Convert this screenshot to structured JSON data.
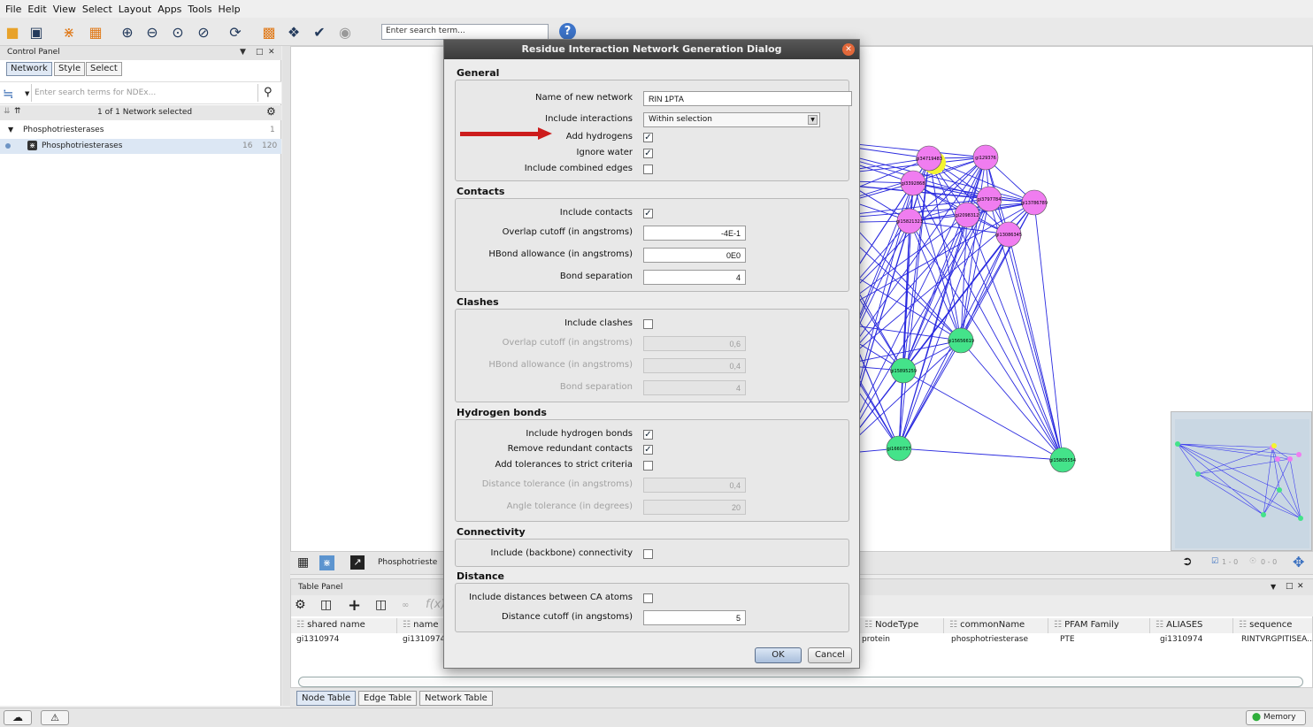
{
  "menubar": {
    "items": [
      "File",
      "Edit",
      "View",
      "Select",
      "Layout",
      "Apps",
      "Tools",
      "Help"
    ]
  },
  "toolbar": {
    "search_placeholder": "Enter search term..."
  },
  "control_panel": {
    "title": "Control Panel",
    "tabs": [
      "Network",
      "Style",
      "Select"
    ],
    "search_placeholder": "Enter search terms for NDEx...",
    "selection_status": "1 of 1 Network selected",
    "collection": {
      "name": "Phosphotriesterases",
      "count": "1"
    },
    "network": {
      "name": "Phosphotriesterases",
      "nodes": "16",
      "edges": "120"
    }
  },
  "network_toolbar": {
    "name": "Phosphotrieste",
    "selection_nodes": "1 - 0",
    "selection_edges": "0 - 0"
  },
  "graph": {
    "pink_nodes": [
      "gi34719483",
      "gi129376",
      "gi3392868",
      "gi3797784",
      "gi13786789",
      "gi15821323",
      "gi2098312",
      "gi13086345"
    ],
    "green_nodes": [
      "gi15656619",
      "gi15895259",
      "gi1660737",
      "gi15805554"
    ],
    "colors": {
      "pink": "#f07df0",
      "green": "#44e38a",
      "edge": "#2a2adf",
      "highlight": "#f4f430"
    }
  },
  "table_panel": {
    "title": "Table Panel",
    "columns": [
      "shared name",
      "name",
      "NodeType",
      "commonName",
      "PFAM Family",
      "ALIASES",
      "sequence"
    ],
    "row": {
      "shared_name": "gi1310974",
      "name": "gi1310974",
      "node_type": "protein",
      "common_name": "phosphotriesterase",
      "pfam_family": "PTE",
      "aliases": "gi1310974",
      "sequence": "RINTVRGPITISEA..."
    },
    "fx": "f(x)",
    "tabs": [
      "Node Table",
      "Edge Table",
      "Network Table"
    ]
  },
  "status": {
    "memory": "Memory"
  },
  "dialog": {
    "title": "Residue Interaction Network Generation Dialog",
    "general": {
      "heading": "General",
      "name_label": "Name of new network",
      "name_value": "RIN 1PTA",
      "interactions_label": "Include interactions",
      "interactions_value": "Within selection",
      "hydrogens_label": "Add hydrogens",
      "water_label": "Ignore water",
      "combined_label": "Include combined edges"
    },
    "contacts": {
      "heading": "Contacts",
      "include_label": "Include contacts",
      "overlap_label": "Overlap cutoff (in angstroms)",
      "overlap_value": "-4E-1",
      "hbond_label": "HBond allowance (in angstroms)",
      "hbond_value": "0E0",
      "bond_label": "Bond separation",
      "bond_value": "4"
    },
    "clashes": {
      "heading": "Clashes",
      "include_label": "Include clashes",
      "overlap_label": "Overlap cutoff (in angstroms)",
      "overlap_value": "0,6",
      "hbond_label": "HBond allowance (in angstroms)",
      "hbond_value": "0,4",
      "bond_label": "Bond separation",
      "bond_value": "4"
    },
    "hbonds": {
      "heading": "Hydrogen bonds",
      "include_label": "Include hydrogen bonds",
      "redundant_label": "Remove redundant contacts",
      "tolerances_label": "Add tolerances to strict criteria",
      "distance_label": "Distance tolerance (in angstroms)",
      "distance_value": "0,4",
      "angle_label": "Angle tolerance (in degrees)",
      "angle_value": "20"
    },
    "connectivity": {
      "heading": "Connectivity",
      "backbone_label": "Include (backbone) connectivity"
    },
    "distance": {
      "heading": "Distance",
      "ca_label": "Include distances between CA atoms",
      "cutoff_label": "Distance cutoff (in angstoms)",
      "cutoff_value": "5"
    },
    "ok": "OK",
    "cancel": "Cancel"
  }
}
